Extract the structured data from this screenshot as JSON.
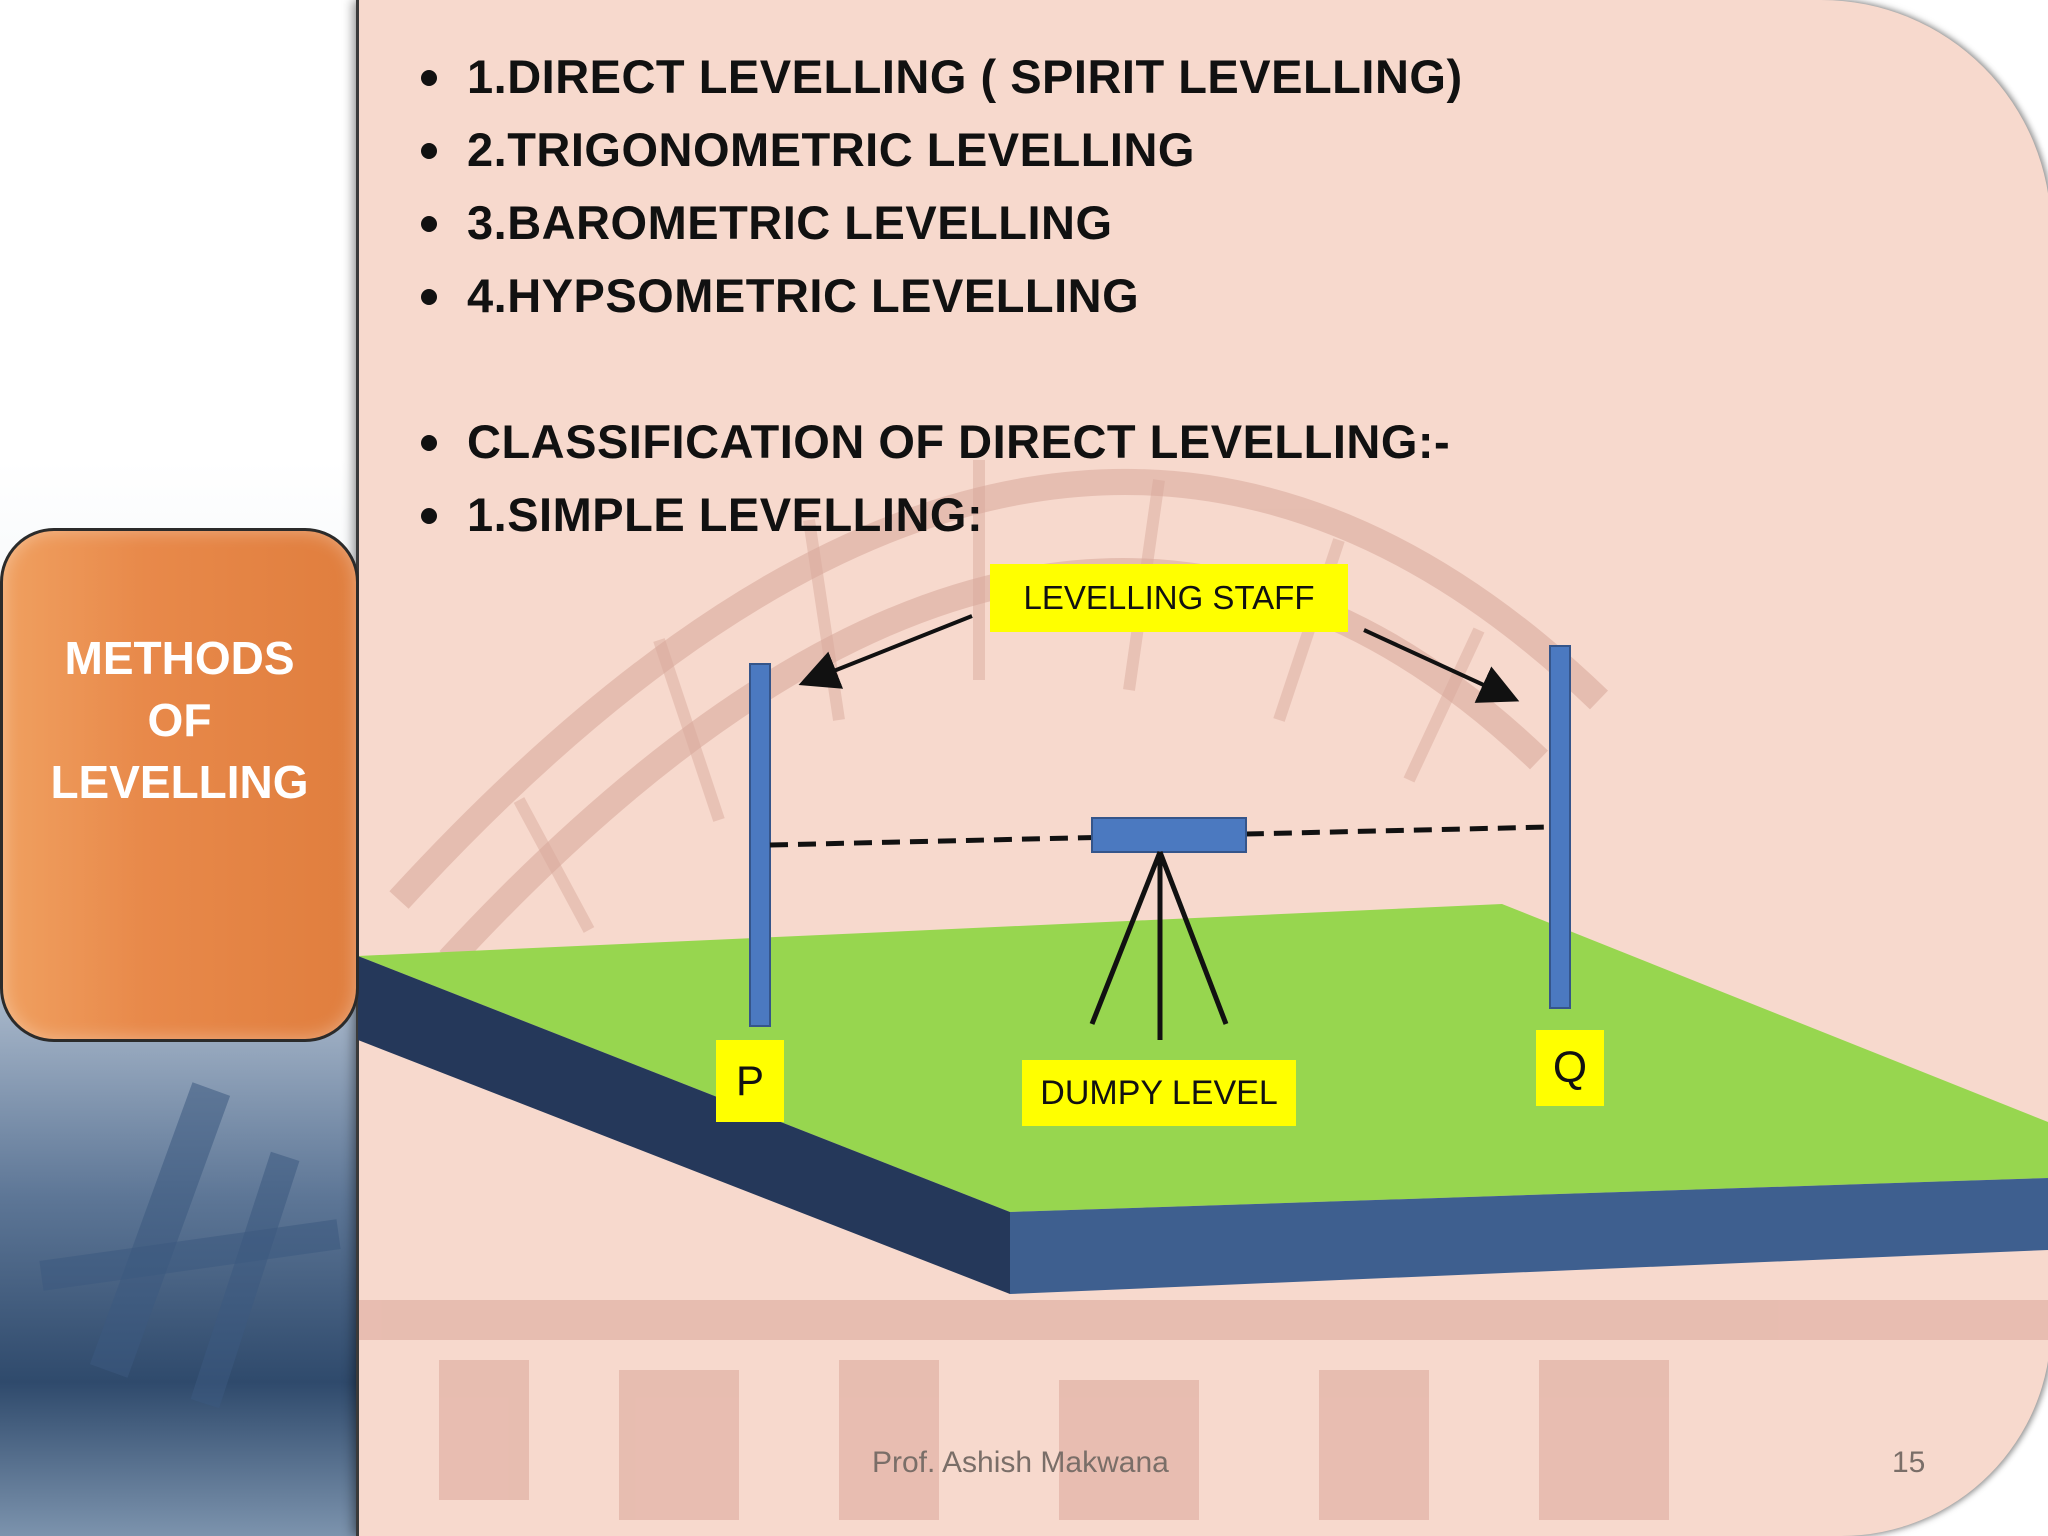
{
  "slide": {
    "title": "METHODS OF LEVELLING",
    "bullets": [
      "1.DIRECT LEVELLING ( SPIRIT LEVELLING)",
      "2.TRIGONOMETRIC LEVELLING",
      "3.BAROMETRIC LEVELLING",
      "4.HYPSOMETRIC LEVELLING"
    ],
    "bullets2": [
      "CLASSIFICATION OF DIRECT LEVELLING:-",
      "1.SIMPLE LEVELLING:"
    ],
    "footer": "Prof. Ashish Makwana",
    "page_number": "15"
  },
  "diagram": {
    "staff_label": "LEVELLING STAFF",
    "instrument_label": "DUMPY LEVEL",
    "point_p": "P",
    "point_q": "Q"
  },
  "colors": {
    "panel": "#f7d9cd",
    "title_box": "#e8894a",
    "ground_top": "#97d64f",
    "ground_side": "#3e5f8f",
    "ground_front": "#25385a",
    "staff": "#4b79c0",
    "label_bg": "#ffff00"
  }
}
